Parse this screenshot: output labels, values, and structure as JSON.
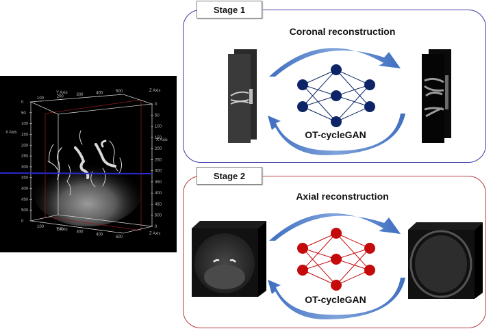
{
  "left_panel": {
    "description": "3D MRA volume rendering with axes",
    "axis_labels": {
      "x": "X Axis",
      "y": "Y Axis",
      "z": "Z Axis"
    },
    "y_ticks": [
      "100",
      "200",
      "300",
      "400",
      "500"
    ],
    "x_ticks_left": [
      "0",
      "50",
      "100",
      "150",
      "200",
      "250",
      "300",
      "350",
      "400",
      "450",
      "500",
      "0"
    ],
    "z_ticks_right": [
      "0",
      "50",
      "100",
      "150",
      "200",
      "250",
      "300",
      "350",
      "400",
      "450",
      "500",
      "0"
    ],
    "slice_line_value": "300",
    "colors": {
      "slice_line": "#2a2ad0",
      "box_red": "#8a1a1a",
      "box_white": "#d0d0d0"
    }
  },
  "stage1": {
    "label": "Stage 1",
    "title": "Coronal reconstruction",
    "model": "OT-cycleGAN",
    "border_color": "#3a3aa8",
    "node_color": "#0d2566"
  },
  "stage2": {
    "label": "Stage 2",
    "title": "Axial reconstruction",
    "model": "OT-cycleGAN",
    "border_color": "#b83a3a",
    "node_color": "#c40a0a"
  },
  "arrow_color": "#3f6fc0"
}
